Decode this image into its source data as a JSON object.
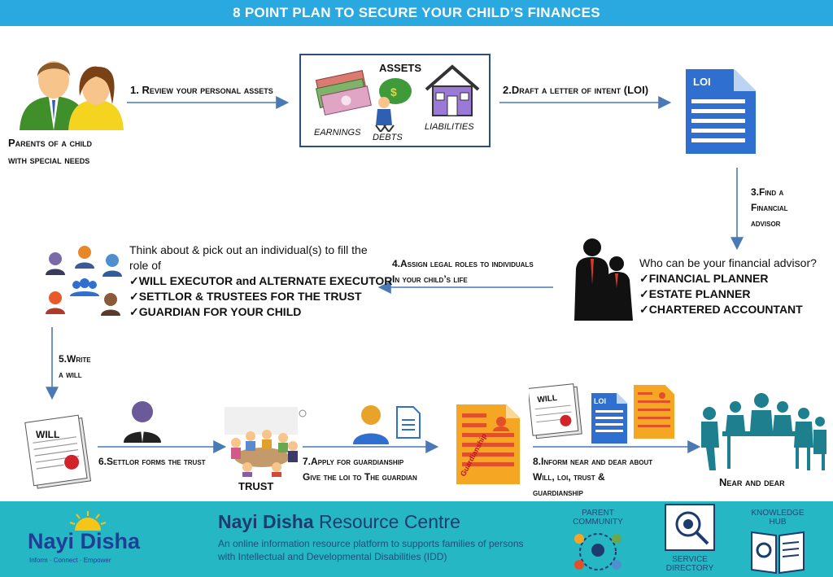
{
  "title": "8 POINT PLAN TO SECURE YOUR CHILD’S FINANCES",
  "parents_label": [
    "Parents of a child",
    "with special needs"
  ],
  "step1": "1. Review your personal assets",
  "assets_box": {
    "title": "ASSETS",
    "earnings": "EARNINGS",
    "debts": "DEBTS",
    "liabilities": "LIABILITIES"
  },
  "step2": "2.Draft a letter of intent (LOI)",
  "loi_icon_text": "LOI",
  "step3": [
    "3.Find a",
    "Financial",
    "advisor"
  ],
  "advisor": {
    "question": "Who can be your financial advisor?",
    "options": [
      "✓FINANCIAL PLANNER",
      "✓ESTATE PLANNER",
      "✓CHARTERED ACCOUNTANT"
    ]
  },
  "step4": [
    "4.Assign legal roles to individuals",
    "In your child’s life"
  ],
  "roles": {
    "intro": [
      "Think about & pick out an individual(s) to fill the",
      "role of"
    ],
    "items": [
      "✓WILL EXECUTOR and ALTERNATE EXECUTOR",
      "✓SETTLOR & TRUSTEES FOR THE TRUST",
      "✓GUARDIAN FOR YOUR CHILD"
    ]
  },
  "step5": [
    "5.Write",
    "a will"
  ],
  "will_label": "WILL",
  "step6": "6.Settlor forms the trust",
  "trust_label": "TRUST",
  "step7": [
    "7.Apply for guardianship",
    "Give the loi to The guardian"
  ],
  "guardianship_stamp": "Guardianship",
  "step8": [
    "8.Inform near and dear about",
    "Will, loi, trust &",
    "guardianship"
  ],
  "near_dear": "Near and dear",
  "footer": {
    "logo": "Nayi Disha",
    "logo_tag": "Inform · Connect · Empower",
    "title_bold": "Nayi Disha",
    "title_rest": " Resource Centre",
    "desc": "An online information resource platform to supports families of persons with Intellectual and Developmental Disabilities (IDD)",
    "links": [
      "PARENT COMMUNITY",
      "SERVICE DIRECTORY",
      "KNOWLEDGE HUB"
    ]
  },
  "colors": {
    "title_bar": "#29a9e0",
    "arrow": "#4a7ab5",
    "footer": "#26b7c5",
    "doc_blue": "#2f6fd0",
    "doc_orange": "#f5a623"
  }
}
